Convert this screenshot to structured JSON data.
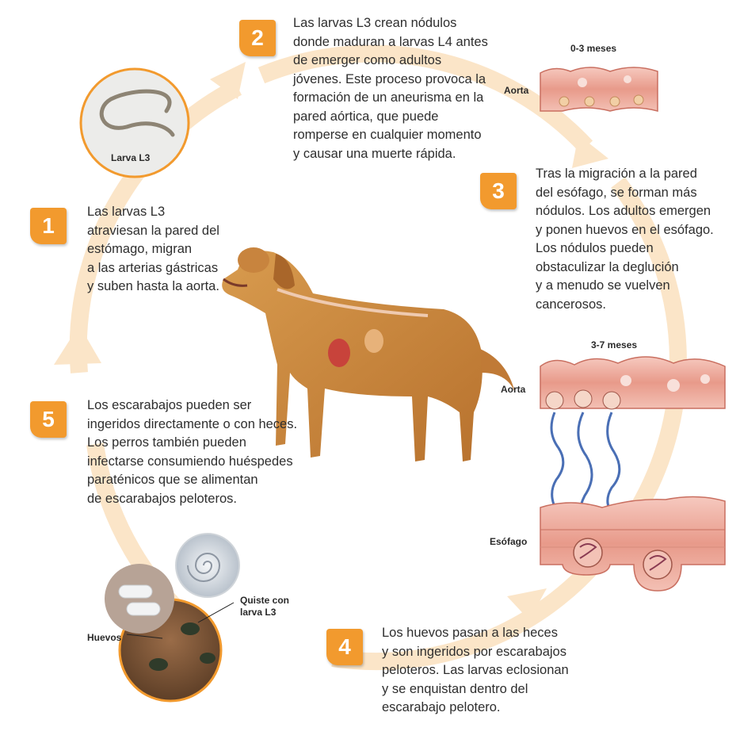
{
  "steps": [
    {
      "number": "1",
      "text": "Las larvas L3\natraviesan la pared del\nestómago, migran\na las arterias gástricas\ny suben hasta la aorta."
    },
    {
      "number": "2",
      "text": "Las larvas L3 crean nódulos\ndonde maduran a larvas L4 antes\nde emerger como adultos\njóvenes. Este proceso provoca la\nformación de un aneurisma en la\npared aórtica, que puede\nromperse en cualquier momento\ny causar una muerte rápida."
    },
    {
      "number": "3",
      "text": "Tras la migración a la pared\ndel esófago, se forman más\nnódulos. Los adultos emergen\ny ponen huevos en el esófago.\nLos nódulos pueden\nobstaculizar la deglución\ny a menudo se vuelven\ncancerosos."
    },
    {
      "number": "4",
      "text": "Los huevos pasan a las heces\ny son ingeridos por escarabajos\npeloteros. Las larvas eclosionan\ny se enquistan dentro del\nescarabajo pelotero."
    },
    {
      "number": "5",
      "text": "Los escarabajos pueden ser\ningeridos directamente o con heces.\nLos perros también pueden\ninfectarse consumiendo huéspedes\nparaténicos que se alimentan\nde escarabajos peloteros."
    }
  ],
  "labels": {
    "larva": "Larva L3",
    "time1": "0-3 meses",
    "aorta1": "Aorta",
    "time2": "3-7 meses",
    "aorta2": "Aorta",
    "esofago": "Esófago",
    "quiste": "Quiste con\nlarva L3",
    "huevos": "Huevos"
  },
  "colors": {
    "badge": "#f29a2e",
    "cycle_arrow": "#fbe3c2",
    "tissue": "#e9a79a",
    "migration_arrow": "#4a6fb5"
  }
}
